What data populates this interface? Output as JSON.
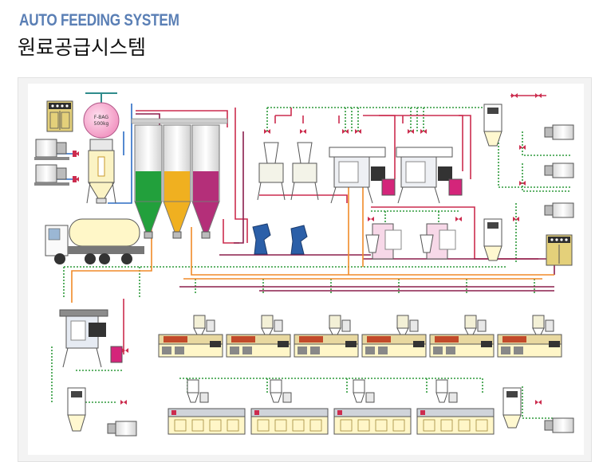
{
  "header": {
    "title_en": "AUTO FEEDING SYSTEM",
    "title_ko": "원료공급시스템"
  },
  "diagram": {
    "bag_label_line1": "F-BAG",
    "bag_label_line2": "500kg",
    "silos": [
      {
        "color": "#22a03c"
      },
      {
        "color": "#f0b020"
      },
      {
        "color": "#b42f79"
      }
    ],
    "line_colors": {
      "green_dotted": "#2f9a3c",
      "red": "#cc2c4e",
      "orange": "#f08a28",
      "dark_pink": "#8c1e4c",
      "blue": "#2b6cc4"
    }
  }
}
